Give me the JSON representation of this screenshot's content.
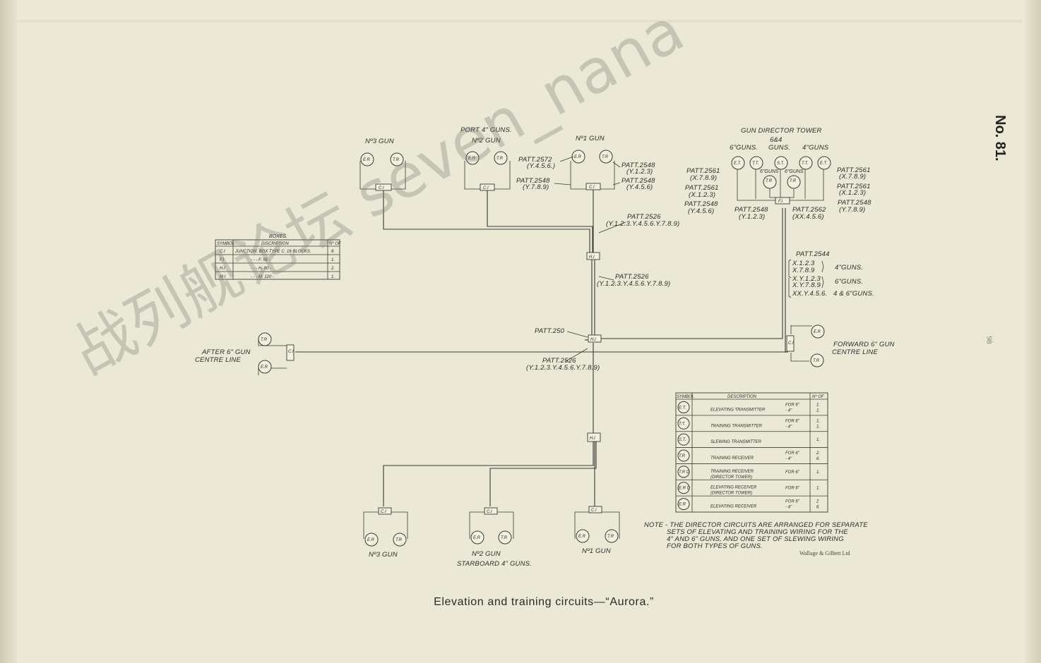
{
  "plate_number": "No. 81.",
  "caption": "Elevation and training circuits—“Aurora.”",
  "page_number": "98",
  "printer": "Wallage & Gilbett Ltd",
  "watermark": "战列舰论坛 seven_nana",
  "guns": {
    "port_header": "PORT 4\" GUNS.",
    "port_no3": "Nº3 GUN",
    "port_no2": "Nº2 GUN",
    "no1_top": "Nº1 GUN",
    "stbd_no3": "Nº3 GUN",
    "stbd_no2": "Nº2 GUN",
    "stbd_header": "STARBOARD 4\" GUNS.",
    "stbd_no1": "Nº1 GUN",
    "after_1": "AFTER 6\" GUN",
    "after_2": "CENTRE LINE",
    "forward_1": "FORWARD 6\" GUN",
    "forward_2": "CENTRE LINE"
  },
  "symbols": {
    "er": "E.R",
    "tr": "T.R",
    "et": "E.T.",
    "tt": "T.T.",
    "st": "S.T.",
    "ci": "C.I",
    "hi": "H.I",
    "fi": "F.I",
    "ci_v": "C.I"
  },
  "director": {
    "title": "GUN DIRECTOR TOWER",
    "sub": "6&4",
    "col6": "6\"GUNS.",
    "guns": "GUNS.",
    "col4": "4\"GUNS",
    "inner6": "6\"GUNS",
    "inner4": "6\"GUNS"
  },
  "patt": {
    "p2572": "PATT.2572",
    "p2572s": "(Y.4.5.6.)",
    "p2548a": "PATT.2548",
    "p2548as": "(Y.7.8.9)",
    "p2548b": "PATT.2548",
    "p2548bs": "(Y.1.2.3)",
    "p2548c": "PATT.2548",
    "p2548cs": "(Y.4.5.6)",
    "p2526a": "PATT.2526",
    "p2526as": "(Y.1.2.3.Y.4.5.6.Y.7.8.9)",
    "p2526b": "PATT.2526",
    "p2526bs": "(Y.1.2.3.Y.4.5.6.Y.7.8.9)",
    "p250": "PATT.250",
    "p2526c": "PATT.2526",
    "p2526cs": "(Y.1.2.3.Y.4.5.6.Y.7.8.9)",
    "d2561a": "PATT.2561",
    "d2561as": "(X.7.8.9)",
    "d2561b": "PATT.2561",
    "d2561bs": "(X.1.2.3)",
    "d2548a": "PATT.2548",
    "d2548as": "(Y.4.5.6)",
    "d2548b": "PATT.2548",
    "d2548bs": "(Y.1.2.3)",
    "d2562": "PATT.2562",
    "d2562s": "(XX.4.5.6)",
    "d2561c": "PATT.2561",
    "d2561cs": "(X.7.8.9)",
    "d2561d": "PATT.2561",
    "d2561ds": "(X.1.2.3)",
    "d2548c": "PATT.2548",
    "d2548cs": "(Y.7.8.9)",
    "p2544": "PATT.2544",
    "p2544_l1": "X.1.2.3",
    "p2544_l2": "X.7.8.9",
    "p2544_g1": "4\"GUNS.",
    "p2544_l3": "X.Y.1.2.3",
    "p2544_l4": "X.Y.7.8.9",
    "p2544_g2": "6\"GUNS.",
    "p2544_l5": "XX.Y.4.5.6.",
    "p2544_g3": "4 & 6\"GUNS."
  },
  "boxes_table": {
    "title": "BOXES.",
    "headers": [
      "SYMBOL",
      "DISCRIPTION",
      "Nº OF"
    ],
    "rows": [
      {
        "sym": "C.I",
        "desc": "JUNCTION. BOX TYPE C. 16 BLOCKS.",
        "n": "8."
      },
      {
        "sym": "F.I",
        "desc": "-     -     -   F. 56   -",
        "n": "1."
      },
      {
        "sym": "H.I",
        "desc": "-     -     -   H. 80   -",
        "n": "2."
      },
      {
        "sym": "M.I",
        "desc": "-     -     -   M. 120  -",
        "n": "1."
      }
    ]
  },
  "symbols_table": {
    "headers": [
      "SYMBOL",
      "DESCRIPTION",
      "Nº OF"
    ],
    "rows": [
      {
        "sym": "E.T.",
        "desc": "ELEVATING TRANSMITTER",
        "for": "FOR 6\"\n- 4\"",
        "n": "1.\n1."
      },
      {
        "sym": "T.T.",
        "desc": "TRAINING TRANSMITTER",
        "for": "FOR 6\"\n- 4\"",
        "n": "1.\n1."
      },
      {
        "sym": "S.T.",
        "desc": "SLEWING TRANSMITTER",
        "for": "",
        "n": "1."
      },
      {
        "sym": "T.R",
        "desc": "TRAINING RECEIVER",
        "for": "FOR 6\"\n- 4\"",
        "n": "2.\n6."
      },
      {
        "sym": "T.R D",
        "desc": "TRAINING RECEIVER\n(DIRECTOR TOWER)",
        "for": "FOR 6\"",
        "n": "1."
      },
      {
        "sym": "E.R D",
        "desc": "ELEVATING RECEIVER\n(DIRECTOR TOWER)",
        "for": "FOR 6\"",
        "n": "1."
      },
      {
        "sym": "E.R",
        "desc": "ELEVATING RECEIVER",
        "for": "FOR 6\"\n- 4\"",
        "n": "2\n6."
      }
    ]
  },
  "note": {
    "l1": "NOTE - THE DIRECTOR CIRCUITS ARE ARRANGED FOR SEPARATE",
    "l2": "SETS OF ELEVATING AND TRAINING WIRING FOR THE",
    "l3": "4\" AND 6\" GUNS, AND ONE SET OF SLEWING WIRING",
    "l4": "FOR BOTH TYPES OF GUNS."
  }
}
